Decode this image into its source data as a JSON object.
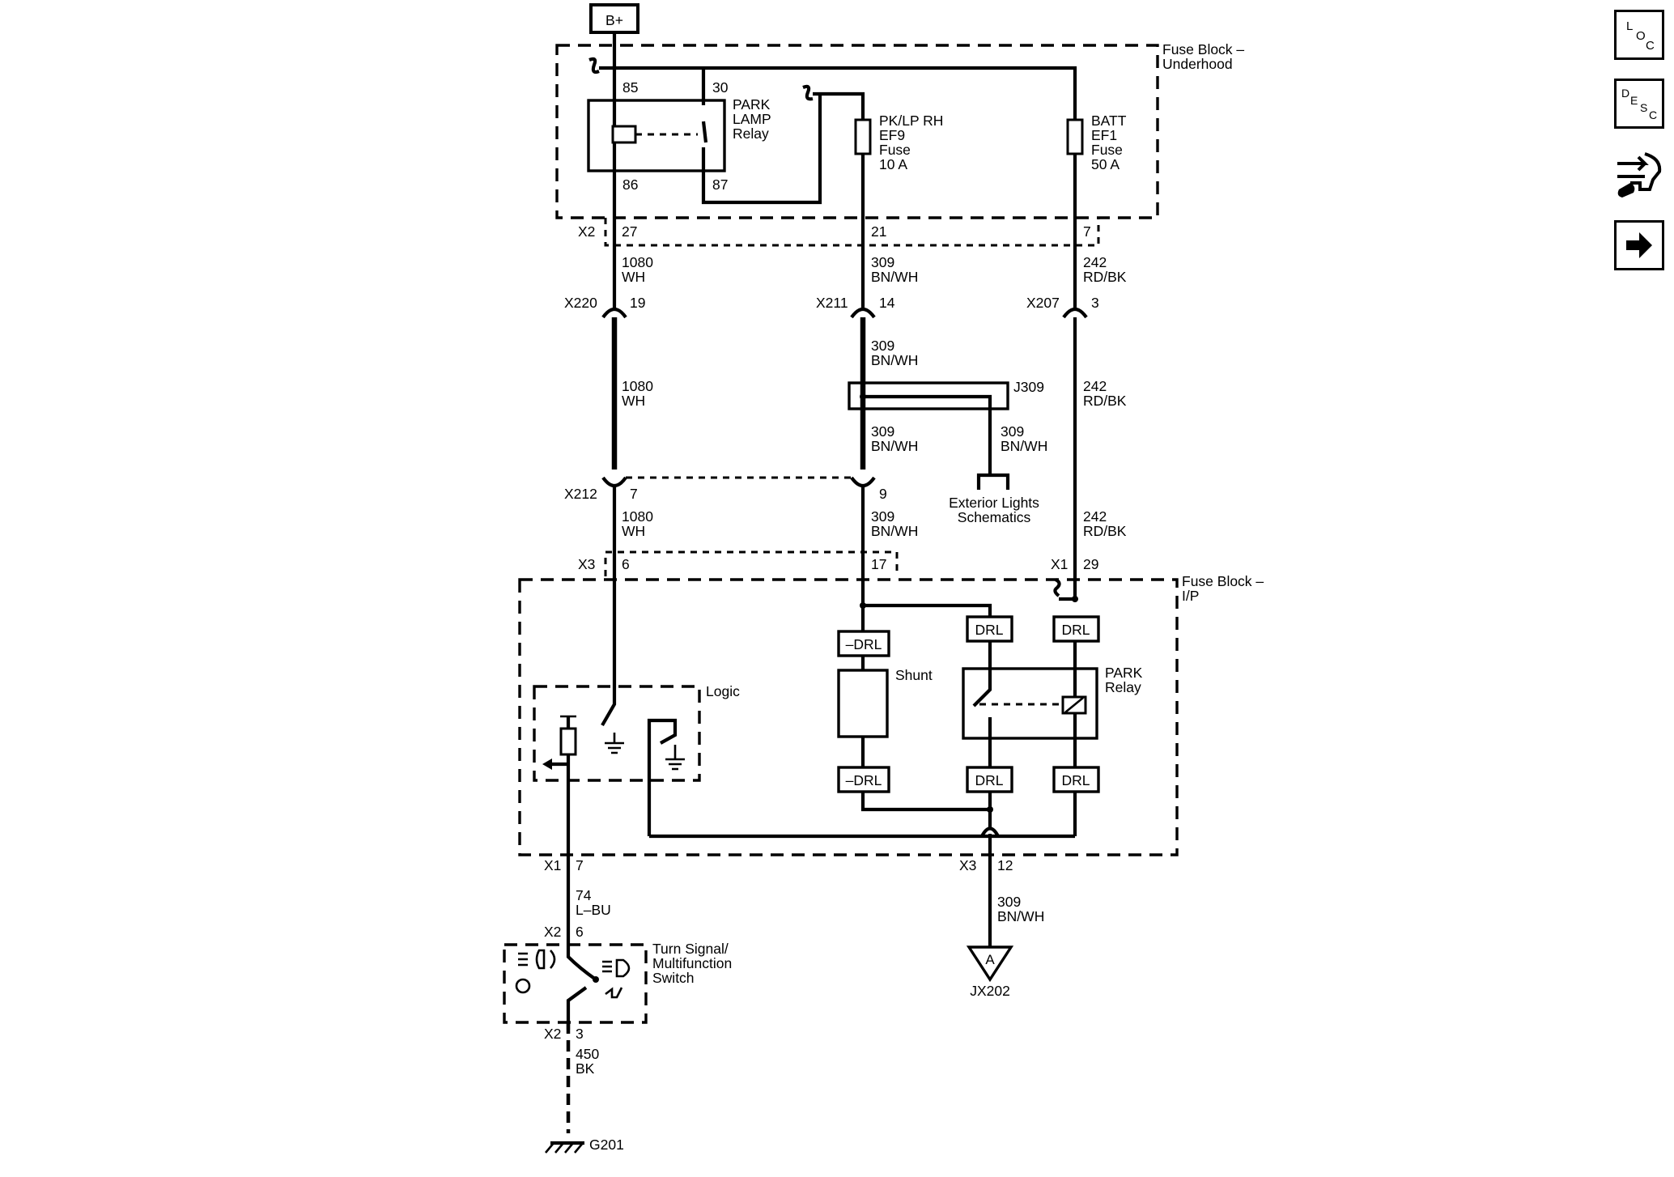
{
  "labels": {
    "battery": "B+",
    "fuse_block_underhood": [
      "Fuse Block –",
      "Underhood"
    ],
    "fuse_block_ip": [
      "Fuse Block –",
      "I/P"
    ],
    "park_lamp_relay": [
      "PARK",
      "LAMP",
      "Relay"
    ],
    "relay_pins": {
      "p85": "85",
      "p30": "30",
      "p86": "86",
      "p87": "87"
    },
    "fuse_ef9": [
      "PK/LP RH",
      "EF9",
      "Fuse",
      "10 A"
    ],
    "fuse_ef1": [
      "BATT",
      "EF1",
      "Fuse",
      "50 A"
    ],
    "x2_top": {
      "name": "X2",
      "p1": "27",
      "p2": "21",
      "p3": "7"
    },
    "wire_1080": [
      "1080",
      "WH"
    ],
    "wire_309": [
      "309",
      "BN/WH"
    ],
    "wire_242": [
      "242",
      "RD/BK"
    ],
    "wire_74": [
      "74",
      "L–BU"
    ],
    "wire_450": [
      "450",
      "BK"
    ],
    "x220": {
      "name": "X220",
      "pin": "19"
    },
    "x211": {
      "name": "X211",
      "pin": "14"
    },
    "x207": {
      "name": "X207",
      "pin": "3"
    },
    "j309": "J309",
    "exterior_lights": [
      "Exterior Lights",
      "Schematics"
    ],
    "x212": {
      "name": "X212",
      "p1": "7",
      "p2": "9"
    },
    "x3_top": {
      "name": "X3",
      "p1": "6",
      "p2": "17"
    },
    "x1_top": {
      "name": "X1",
      "pin": "29"
    },
    "drl": "DRL",
    "neg_drl": "–DRL",
    "shunt": "Shunt",
    "park_relay": [
      "PARK",
      "Relay"
    ],
    "logic": "Logic",
    "x1_bottom": {
      "name": "X1",
      "pin": "7"
    },
    "x3_bottom": {
      "name": "X3",
      "pin": "12"
    },
    "offpage": {
      "letter": "A",
      "ref": "JX202"
    },
    "x2_switch_top": {
      "name": "X2",
      "pin": "6"
    },
    "x2_switch_bottom": {
      "name": "X2",
      "pin": "3"
    },
    "turn_signal_switch": [
      "Turn Signal/",
      "Multifunction",
      "Switch"
    ],
    "ground": "G201"
  },
  "sidebar": {
    "loc": {
      "letters": [
        "L",
        "O",
        "C"
      ],
      "icon": "location-icon"
    },
    "desc": {
      "letters": [
        "D",
        "E",
        "S",
        "C"
      ],
      "icon": "description-icon"
    },
    "connector": {
      "icon": "connector-wrench-icon"
    },
    "next": {
      "icon": "arrow-right-icon"
    }
  }
}
